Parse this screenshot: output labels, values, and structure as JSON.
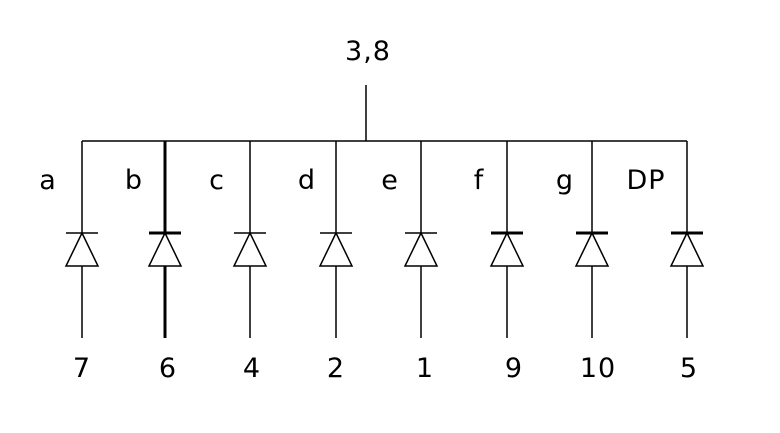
{
  "common_pin_label": "3,8",
  "segments": [
    {
      "label": "a",
      "pin": "7",
      "bold": false
    },
    {
      "label": "b",
      "pin": "6",
      "bold": true
    },
    {
      "label": "c",
      "pin": "4",
      "bold": false
    },
    {
      "label": "d",
      "pin": "2",
      "bold": false
    },
    {
      "label": "e",
      "pin": "1",
      "bold": false
    },
    {
      "label": "f",
      "pin": "9",
      "bold": false
    },
    {
      "label": "g",
      "pin": "10",
      "bold": false
    },
    {
      "label": "DP",
      "pin": "5",
      "bold": false
    }
  ]
}
